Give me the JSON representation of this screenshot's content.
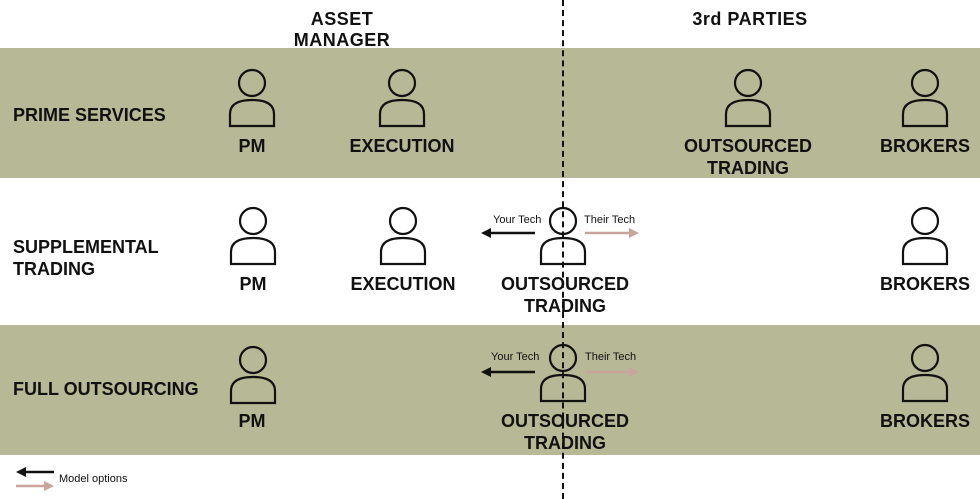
{
  "headers": {
    "asset_manager": "ASSET MANAGER",
    "third_parties": "3rd PARTIES"
  },
  "rows": {
    "prime_services": {
      "label": "PRIME SERVICES",
      "pm": "PM",
      "execution": "EXECUTION",
      "outsourced_line1": "OUTSOURCED",
      "outsourced_line2": "TRADING",
      "brokers": "BROKERS"
    },
    "supplemental": {
      "label_line1": "SUPPLEMENTAL",
      "label_line2": "TRADING",
      "pm": "PM",
      "execution": "EXECUTION",
      "outsourced_line1": "OUTSOURCED",
      "outsourced_line2": "TRADING",
      "brokers": "BROKERS",
      "your_tech": "Your Tech",
      "their_tech": "Their Tech"
    },
    "full_outsourcing": {
      "label": "FULL OUTSOURCING",
      "pm": "PM",
      "outsourced_line1": "OUTSOURCED",
      "outsourced_line2": "TRADING",
      "brokers": "BROKERS",
      "your_tech": "Your Tech",
      "their_tech": "Their Tech"
    }
  },
  "legend": {
    "text": "Model options"
  },
  "colors": {
    "band": "#b7b896",
    "your_tech_arrow": "#111111",
    "their_tech_arrow": "#c9a49a"
  },
  "icons": [
    "person-icon",
    "arrow-left-icon",
    "arrow-right-icon"
  ]
}
